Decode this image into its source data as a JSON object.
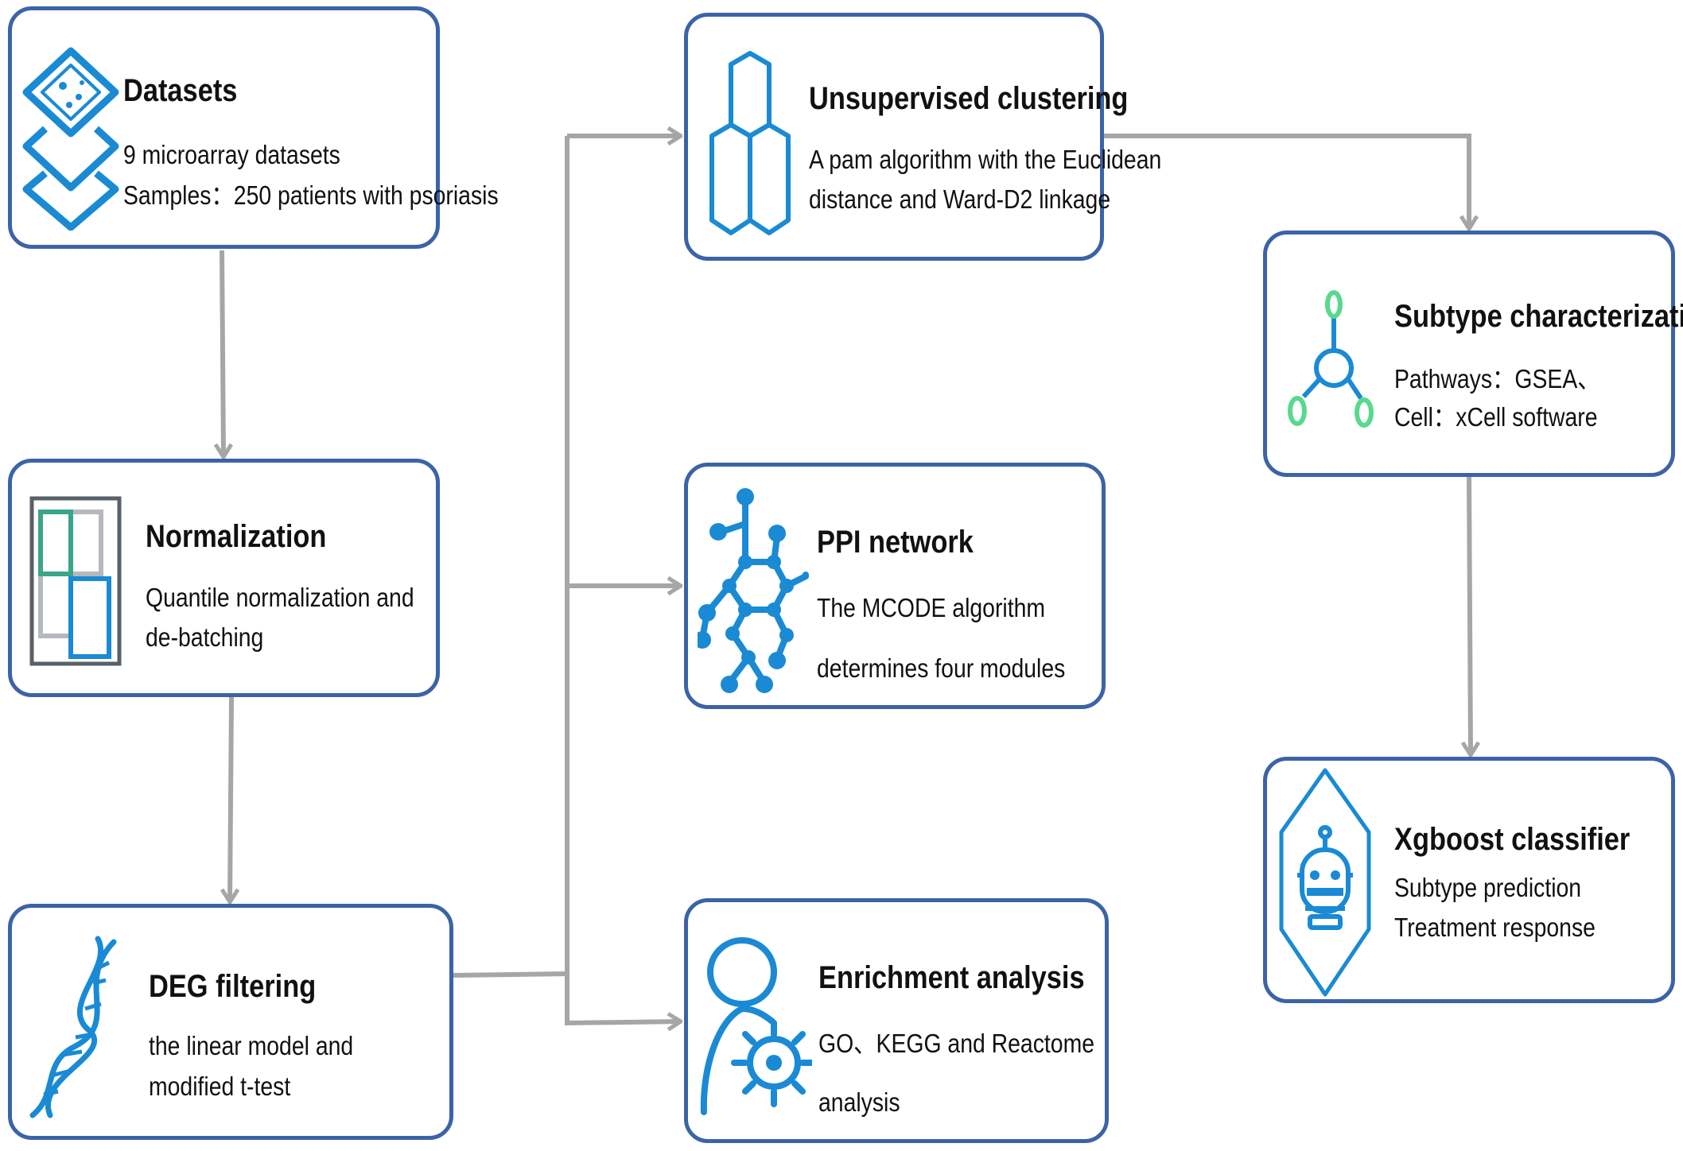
{
  "colors": {
    "box_border": "#3b63a8",
    "arrow": "#a6a6a6",
    "icon_blue": "#1a8ad4",
    "icon_green": "#57d98e",
    "icon_teal": "#3aa58a",
    "icon_gray": "#b5b8bd"
  },
  "steps": {
    "datasets": {
      "title": "Datasets",
      "lines": [
        "9  microarray datasets",
        "Samples：250 patients with psoriasis"
      ],
      "icon": "datasets-icon"
    },
    "normalization": {
      "title": "Normalization",
      "lines": [
        "Quantile normalization and",
        "de-batching"
      ],
      "icon": "normalization-icon"
    },
    "deg": {
      "title": "DEG filtering",
      "lines": [
        "the linear model and",
        "modified t-test"
      ],
      "icon": "dna-icon"
    },
    "clustering": {
      "title": "Unsupervised clustering",
      "lines": [
        "A pam algorithm with the Euclidean",
        "distance and Ward-D2 linkage"
      ],
      "icon": "hexagon-cluster-icon"
    },
    "ppi": {
      "title": "PPI network",
      "lines": [
        "The MCODE algorithm",
        "determines four modules"
      ],
      "icon": "network-icon"
    },
    "enrichment": {
      "title": "Enrichment analysis",
      "lines": [
        "GO、KEGG and Reactome",
        "analysis"
      ],
      "icon": "person-gear-icon"
    },
    "subtype": {
      "title": "Subtype characterization",
      "lines": [
        "Pathways：GSEA、",
        "Cell：xCell software"
      ],
      "icon": "molecule-icon"
    },
    "xgboost": {
      "title": "Xgboost classifier",
      "lines": [
        "Subtype prediction",
        "Treatment response"
      ],
      "icon": "robot-icon"
    }
  },
  "edges": [
    {
      "from": "Datasets",
      "to": "Normalization"
    },
    {
      "from": "Normalization",
      "to": "DEG filtering"
    },
    {
      "from": "DEG filtering",
      "to": "Unsupervised clustering"
    },
    {
      "from": "DEG filtering",
      "to": "PPI network"
    },
    {
      "from": "DEG filtering",
      "to": "Enrichment analysis"
    },
    {
      "from": "Unsupervised clustering",
      "to": "Subtype characterization"
    },
    {
      "from": "Subtype characterization",
      "to": "Xgboost classifier"
    }
  ]
}
